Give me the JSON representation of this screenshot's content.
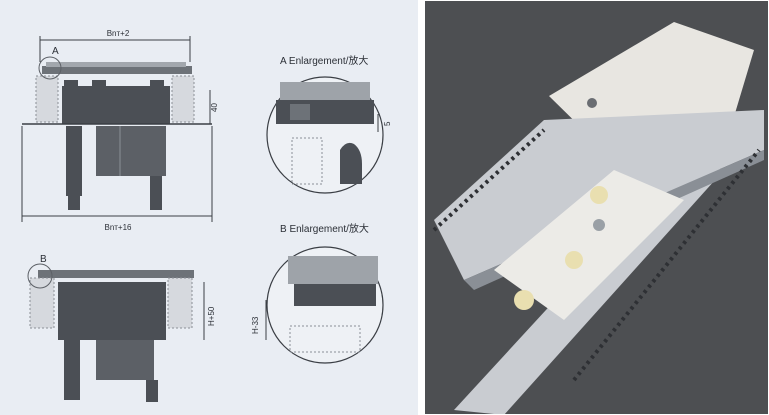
{
  "drawing": {
    "top_width_label": "Bnт+2",
    "bottom_width_label": "Bnт+16",
    "marker_a": "A",
    "marker_b": "B",
    "height_label": "40",
    "gap_label": "5",
    "height_b_label": "H+50",
    "height_c_label": "H-33",
    "enlargement_a": "A Enlargement/放大",
    "enlargement_b": "B Enlargement/放大"
  },
  "photo": {
    "subject": "pallet conveyor with fixture plate on chain guide"
  },
  "colors": {
    "drawing_bg": "#e9edf3",
    "part_dark": "#4b4f55",
    "part_mid": "#8a8f96",
    "line": "#3a3e44",
    "aluminium": "#c9ccd1",
    "plate": "#e8e6e1",
    "floor": "#4d4f52"
  }
}
